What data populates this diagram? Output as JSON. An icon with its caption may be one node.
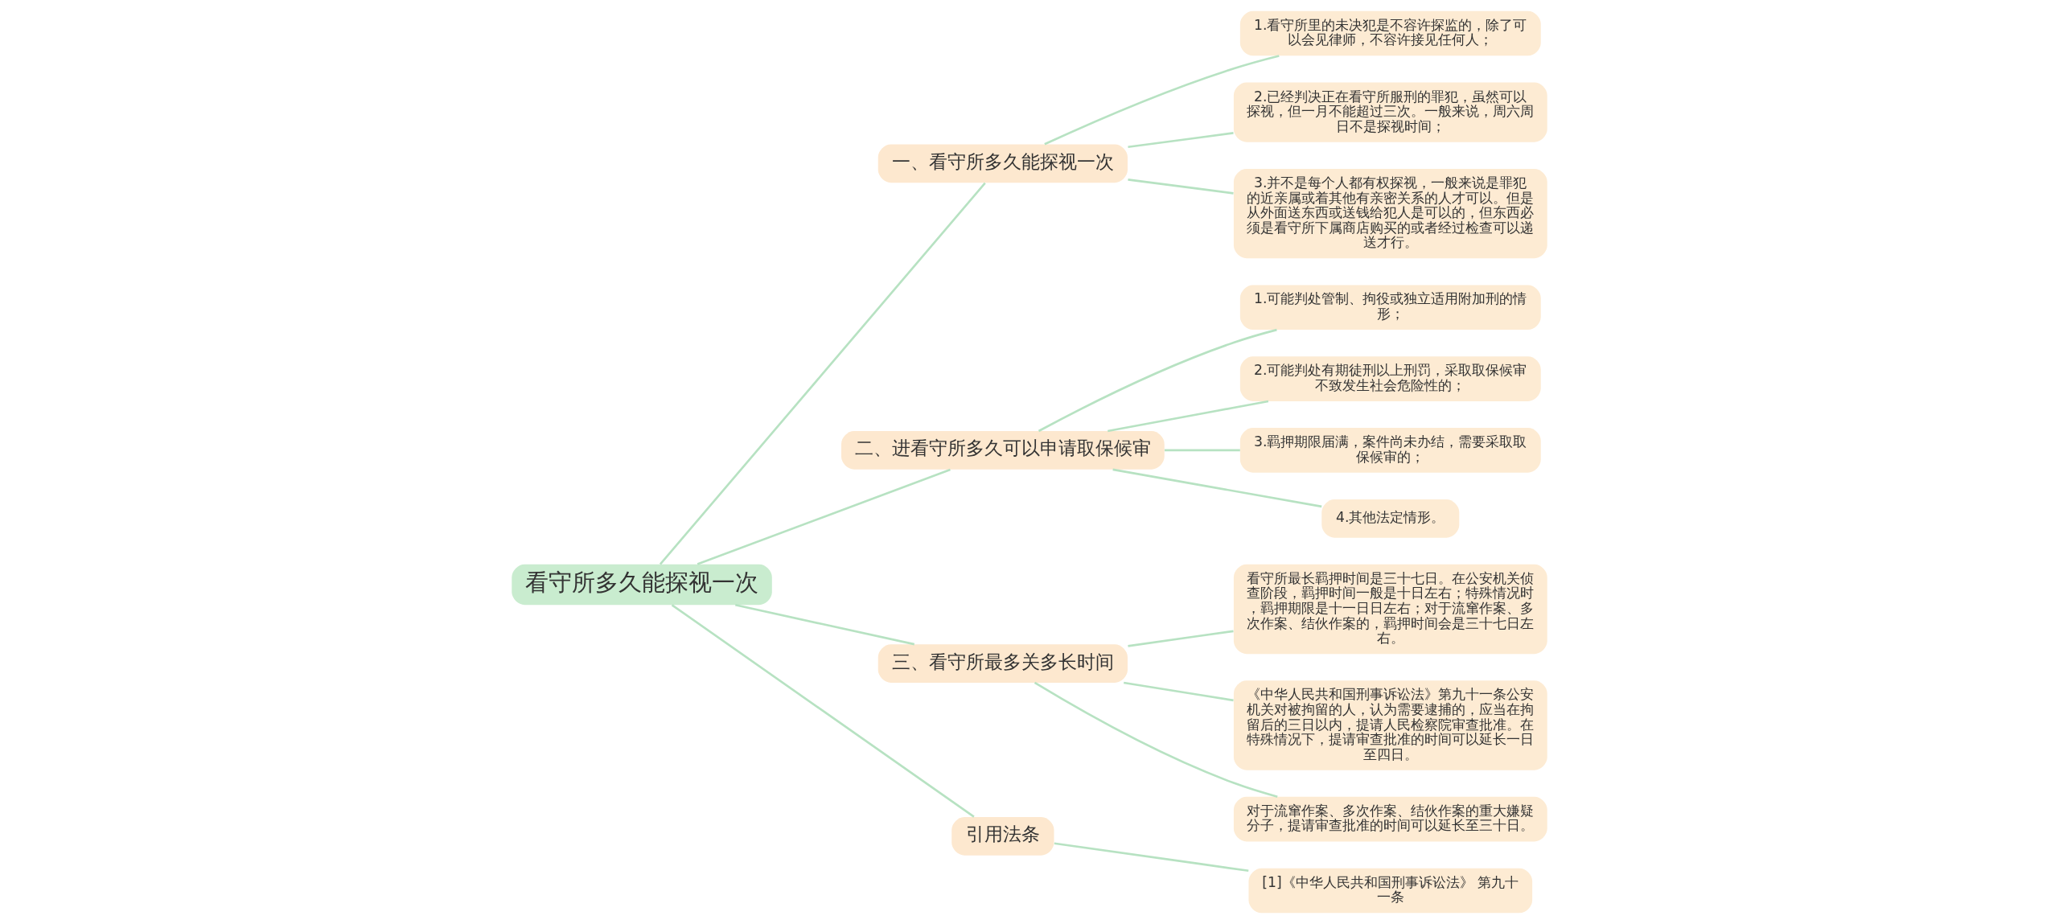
{
  "diagram": {
    "nodes": [
      {
        "text": [
          "看守所多久能探视一次"
        ]
      },
      {
        "text": [
          "一、看守所多久能探视一次"
        ]
      },
      {
        "text": [
          "1.看守所里的未决犯是不容许探监的，除了可以会见律师，不容许接见任何人；"
        ]
      },
      {
        "text": [
          "2.已经判决正在看守所服刑的罪犯，虽然可以探视，但一月不能超过三次。一般来说，周六周日不是探视时间；"
        ]
      },
      {
        "text": [
          "3.并不是每个人都有权探视，一般来说是罪犯的近亲属或着其他有亲密关系的人才可以。但是从外面送东西或送钱给犯人是可以的，但东西必须是看守所下属商店购买的或者经过检查可以递送才行。"
        ]
      },
      {
        "text": [
          "二、进看守所多久可以申请取保候审"
        ]
      },
      {
        "text": [
          "1.可能判处管制、拘役或独立适用附加刑的情形；"
        ]
      },
      {
        "text": [
          "2.可能判处有期徒刑以上刑罚，采取取保候审不致发生社会危险性的；"
        ]
      },
      {
        "text": [
          "3.羁押期限届满，案件尚未办结，需要采取取保候审的；"
        ]
      },
      {
        "text": [
          "4.其他法定情形。"
        ]
      },
      {
        "text": [
          "三、看守所最多关多长时间"
        ]
      },
      {
        "text": [
          "看守所最长羁押时间是三十七日。在公安机关侦查阶段，羁押时间一般是十日左右；特殊情况时，羁押期限是十一日日左右；对于流窜作案、多次作案、结伙作案的，羁押时间会是三十七日左右。"
        ]
      },
      {
        "text": [
          "《中华人民共和国刑事诉讼法》第九十一条公安机关对被拘留的人，认为需要逮捕的，应当在拘留后的三日以内，提请人民检察院审查批准。在特殊情况下，提请审查批准的时间可以延长一日至四日。"
        ]
      },
      {
        "text": [
          "对于流窜作案、多次作案、结伙作案的重大嫌疑分子，提请审查批准的时间可以延长至三十日。"
        ]
      },
      {
        "text": [
          "引用法条"
        ]
      },
      {
        "text": [
          "[1]《中华人民共和国刑事诉讼法》 第九十一条"
        ]
      }
    ],
    "edges": [
      {
        "from": 0,
        "to": 1,
        "arrow": "none"
      },
      {
        "from": 1,
        "to": 2,
        "arrow": "none"
      },
      {
        "from": 1,
        "to": 3,
        "arrow": "none"
      },
      {
        "from": 1,
        "to": 4,
        "arrow": "none"
      },
      {
        "from": 0,
        "to": 5,
        "arrow": "none"
      },
      {
        "from": 5,
        "to": 6,
        "arrow": "none"
      },
      {
        "from": 5,
        "to": 7,
        "arrow": "none"
      },
      {
        "from": 5,
        "to": 8,
        "arrow": "none"
      },
      {
        "from": 5,
        "to": 9,
        "arrow": "none"
      },
      {
        "from": 0,
        "to": 10,
        "arrow": "none"
      },
      {
        "from": 10,
        "to": 11,
        "arrow": "none"
      },
      {
        "from": 10,
        "to": 12,
        "arrow": "none"
      },
      {
        "from": 10,
        "to": 13,
        "arrow": "none"
      },
      {
        "from": 0,
        "to": 14,
        "arrow": "none"
      },
      {
        "from": 14,
        "to": 15,
        "arrow": "none"
      }
    ]
  }
}
